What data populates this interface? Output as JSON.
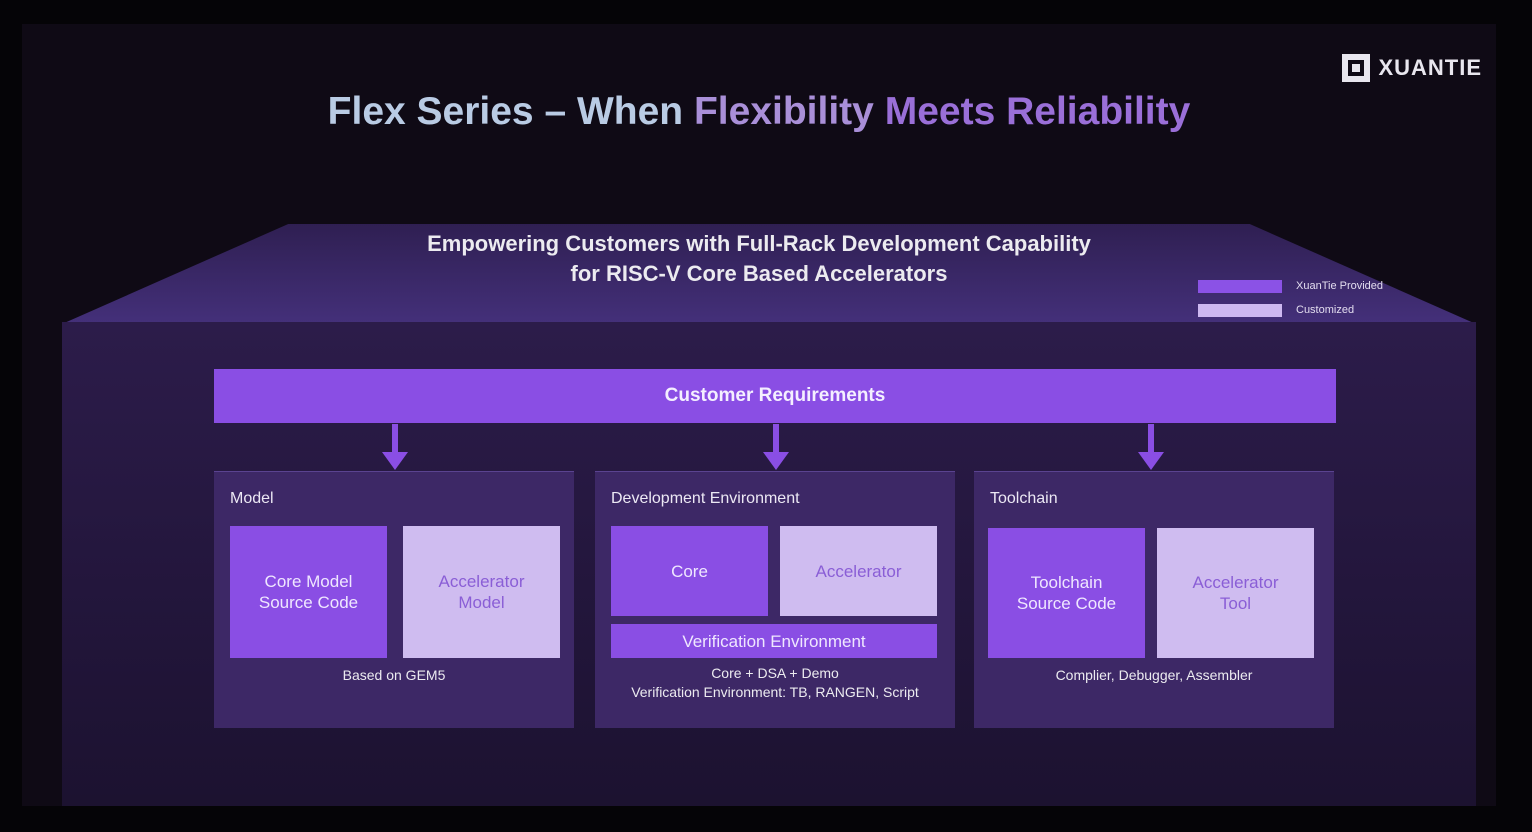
{
  "logo": {
    "text": "XUANTIE"
  },
  "title": {
    "part1": "Flex Series – When",
    "part2": "Flexibility",
    "part3": "Meets Reliability"
  },
  "subtitle": {
    "line1": "Empowering Customers with Full-Rack Development Capability",
    "line2": "for RISC-V Core Based Accelerators"
  },
  "legend": [
    {
      "label": "XuanTie Provided",
      "color": "#8b52e6"
    },
    {
      "label": "Customized",
      "color": "#cdb8f0"
    }
  ],
  "requirements": {
    "label": "Customer Requirements"
  },
  "cards": {
    "model": {
      "title": "Model",
      "box_provided": "Core Model\nSource Code",
      "box_custom": "Accelerator\nModel",
      "note": "Based on GEM5"
    },
    "dev": {
      "title": "Development Environment",
      "box_provided": "Core",
      "box_custom": "Accelerator",
      "box_wide": "Verification Environment",
      "note_line1": "Core + DSA + Demo",
      "note_line2": "Verification Environment: TB, RANGEN, Script"
    },
    "toolchain": {
      "title": "Toolchain",
      "box_provided": "Toolchain\nSource Code",
      "box_custom": "Accelerator\nTool",
      "note": "Complier, Debugger, Assembler"
    }
  },
  "colors": {
    "provided": "#8a4ee4",
    "customized": "#cfbcf0",
    "card": "#3d2866"
  }
}
